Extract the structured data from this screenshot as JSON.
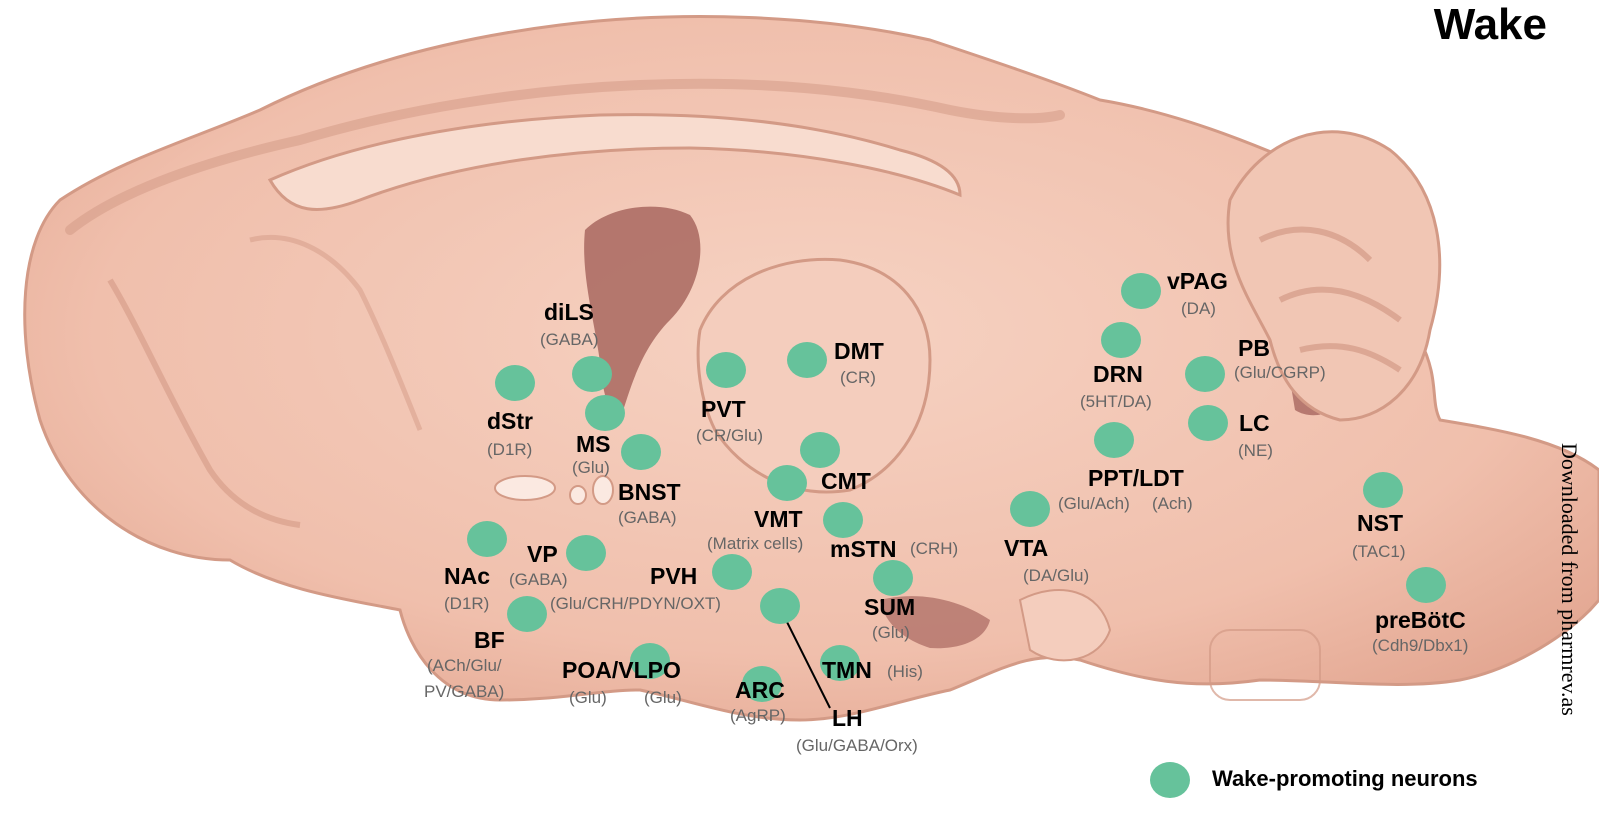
{
  "title": "Wake",
  "watermark": "Downloaded from pharmrev.as",
  "legend": {
    "label": "Wake-promoting neurons",
    "color": "#66c29b"
  },
  "colors": {
    "brain_fill": "#f2c3b0",
    "brain_shade": "#d99a86",
    "ventricle": "#a8675f",
    "neuron_dot": "#66c29b"
  },
  "regions": [
    {
      "id": "dils",
      "name": "diLS",
      "nt": "(GABA)"
    },
    {
      "id": "dstr",
      "name": "dStr",
      "nt": "(D1R)"
    },
    {
      "id": "ms",
      "name": "MS",
      "nt": "(Glu)"
    },
    {
      "id": "bnst",
      "name": "BNST",
      "nt": "(GABA)"
    },
    {
      "id": "nac",
      "name": "NAc",
      "nt": "(D1R)"
    },
    {
      "id": "vp",
      "name": "VP",
      "nt": "(GABA)"
    },
    {
      "id": "bf",
      "name": "BF",
      "nt_lines": [
        "(ACh/Glu/",
        "PV/GABA)"
      ]
    },
    {
      "id": "poa",
      "name": "POA/VLPO",
      "nt_a": "(Glu)",
      "nt_b": "(Glu)"
    },
    {
      "id": "pvt",
      "name": "PVT",
      "nt": "(CR/Glu)"
    },
    {
      "id": "dmt",
      "name": "DMT",
      "nt": "(CR)"
    },
    {
      "id": "cmt",
      "name": "CMT",
      "nt": ""
    },
    {
      "id": "vmt",
      "name": "VMT",
      "nt": "(Matrix cells)"
    },
    {
      "id": "mstn",
      "name": "mSTN",
      "nt": "(CRH)"
    },
    {
      "id": "pvh",
      "name": "PVH",
      "nt": "(Glu/CRH/PDYN/OXT)"
    },
    {
      "id": "sum",
      "name": "SUM",
      "nt": "(Glu)"
    },
    {
      "id": "tmn",
      "name": "TMN",
      "nt": "(His)"
    },
    {
      "id": "arc",
      "name": "ARC",
      "nt": "(AgRP)"
    },
    {
      "id": "lh",
      "name": "LH",
      "nt": "(Glu/GABA/Orx)"
    },
    {
      "id": "vta",
      "name": "VTA",
      "nt": "(DA/Glu)"
    },
    {
      "id": "vpag",
      "name": "vPAG",
      "nt": "(DA)"
    },
    {
      "id": "drn",
      "name": "DRN",
      "nt": "(5HT/DA)"
    },
    {
      "id": "pb",
      "name": "PB",
      "nt": "(Glu/CGRP)"
    },
    {
      "id": "lc",
      "name": "LC",
      "nt": "(NE)"
    },
    {
      "id": "pptldt",
      "name": "PPT/LDT",
      "nt_a": "(Glu/Ach)",
      "nt_b": "(Ach)"
    },
    {
      "id": "nst",
      "name": "NST",
      "nt": "(TAC1)"
    },
    {
      "id": "prebotc",
      "name": "preBötC",
      "nt": "(Cdh9/Dbx1)"
    }
  ]
}
